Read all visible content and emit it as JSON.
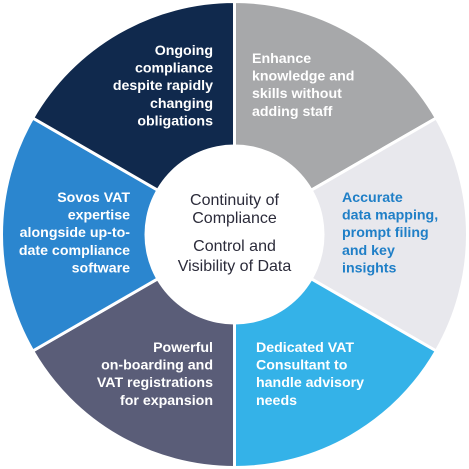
{
  "center": {
    "lines": [
      "Continuity of",
      "Compliance",
      "Control and",
      "Visibility of Data"
    ]
  },
  "segments": [
    {
      "id": "enhance-knowledge",
      "color": "#a7a8aa",
      "text_color": "#ffffff",
      "lines": [
        "Enhance",
        "knowledge and",
        "skills without",
        "adding staff"
      ]
    },
    {
      "id": "accurate-data-mapping",
      "color": "#e8e8ed",
      "text_color": "#1f7fc7",
      "lines": [
        "Accurate",
        "data mapping,",
        "prompt filing",
        "and key",
        "insights"
      ]
    },
    {
      "id": "dedicated-vat-consultant",
      "color": "#34b2e8",
      "text_color": "#ffffff",
      "lines": [
        "Dedicated VAT",
        "Consultant to",
        "handle advisory",
        "needs"
      ]
    },
    {
      "id": "powerful-onboarding",
      "color": "#5a5d78",
      "text_color": "#ffffff",
      "lines": [
        "Powerful",
        "on-boarding and",
        "VAT registrations",
        "for expansion"
      ]
    },
    {
      "id": "sovos-vat-expertise",
      "color": "#2b86cf",
      "text_color": "#ffffff",
      "lines": [
        "Sovos VAT",
        "expertise",
        "alongside up-to-",
        "date compliance",
        "software"
      ]
    },
    {
      "id": "ongoing-compliance",
      "color": "#10294d",
      "text_color": "#ffffff",
      "lines": [
        "Ongoing",
        "compliance",
        "despite rapidly",
        "changing",
        "obligations"
      ]
    }
  ]
}
